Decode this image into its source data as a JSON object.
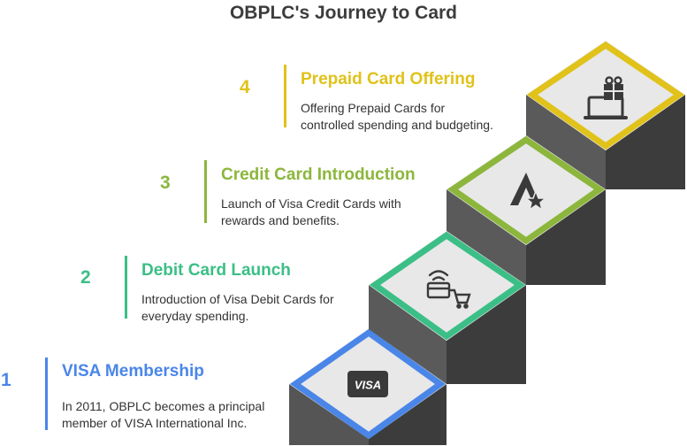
{
  "title": "OBPLC's Journey to Card",
  "steps": [
    {
      "number": "1",
      "title": "VISA Membership",
      "desc_line1": "In 2011, OBPLC becomes a principal",
      "desc_line2": "member of VISA International Inc.",
      "color": "#4a86e8",
      "icon": "visa-logo-icon",
      "icon_text": "VISA"
    },
    {
      "number": "2",
      "title": "Debit Card Launch",
      "desc_line1": "Introduction of Visa Debit Cards for",
      "desc_line2": "everyday spending.",
      "color": "#3bbf86",
      "icon": "contactless-card-cart-icon"
    },
    {
      "number": "3",
      "title": "Credit Card Introduction",
      "desc_line1": "Launch of Visa Credit Cards with",
      "desc_line2": "rewards and benefits.",
      "color": "#8cb63c",
      "icon": "star-badge-icon"
    },
    {
      "number": "4",
      "title": "Prepaid Card Offering",
      "desc_line1": "Offering Prepaid Cards for",
      "desc_line2": "controlled spending and budgeting.",
      "color": "#e0c21a",
      "icon": "gift-laptop-icon"
    }
  ]
}
